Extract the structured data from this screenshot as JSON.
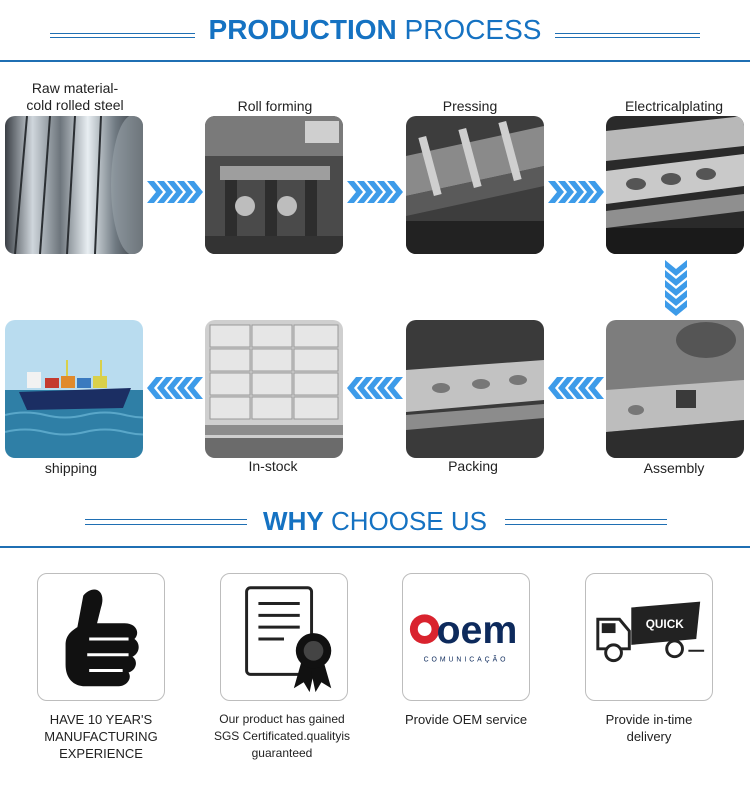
{
  "production_heading": {
    "bold": "PRODUCTION",
    "light": "PROCESS"
  },
  "steps": [
    {
      "label_line1": "Raw material-",
      "label_line2": "cold rolled steel"
    },
    {
      "label_line1": "Roll forming"
    },
    {
      "label_line1": "Pressing"
    },
    {
      "label_line1": "Electricalplating"
    },
    {
      "label_line1": "Assembly"
    },
    {
      "label_line1": "Packing"
    },
    {
      "label_line1": "In-stock"
    },
    {
      "label_line1": "shipping"
    }
  ],
  "why_heading": {
    "bold": "WHY",
    "light": "CHOOSE US"
  },
  "features": [
    {
      "icon": "thumbs-up-icon",
      "line1": "HAVE 10 YEAR'S",
      "line2": "MANUFACTURING",
      "line3": "EXPERIENCE"
    },
    {
      "icon": "certificate-icon",
      "line1": "Our product has  gained",
      "line2": "SGS  Certificated.qualityis",
      "line3": "guaranteed"
    },
    {
      "icon": "oem-logo-icon",
      "line1": "Provide OEM service",
      "logo_text": "oem",
      "logo_sub": "COMUNICAÇÃO"
    },
    {
      "icon": "delivery-truck-icon",
      "line1": "Provide in-time",
      "line2": "delivery",
      "truck_text": "QUICK"
    }
  ],
  "colors": {
    "accent": "#1572c2",
    "arrow": "#3d9be9",
    "oem_navy": "#0d2a5c",
    "oem_red": "#d9232e"
  }
}
